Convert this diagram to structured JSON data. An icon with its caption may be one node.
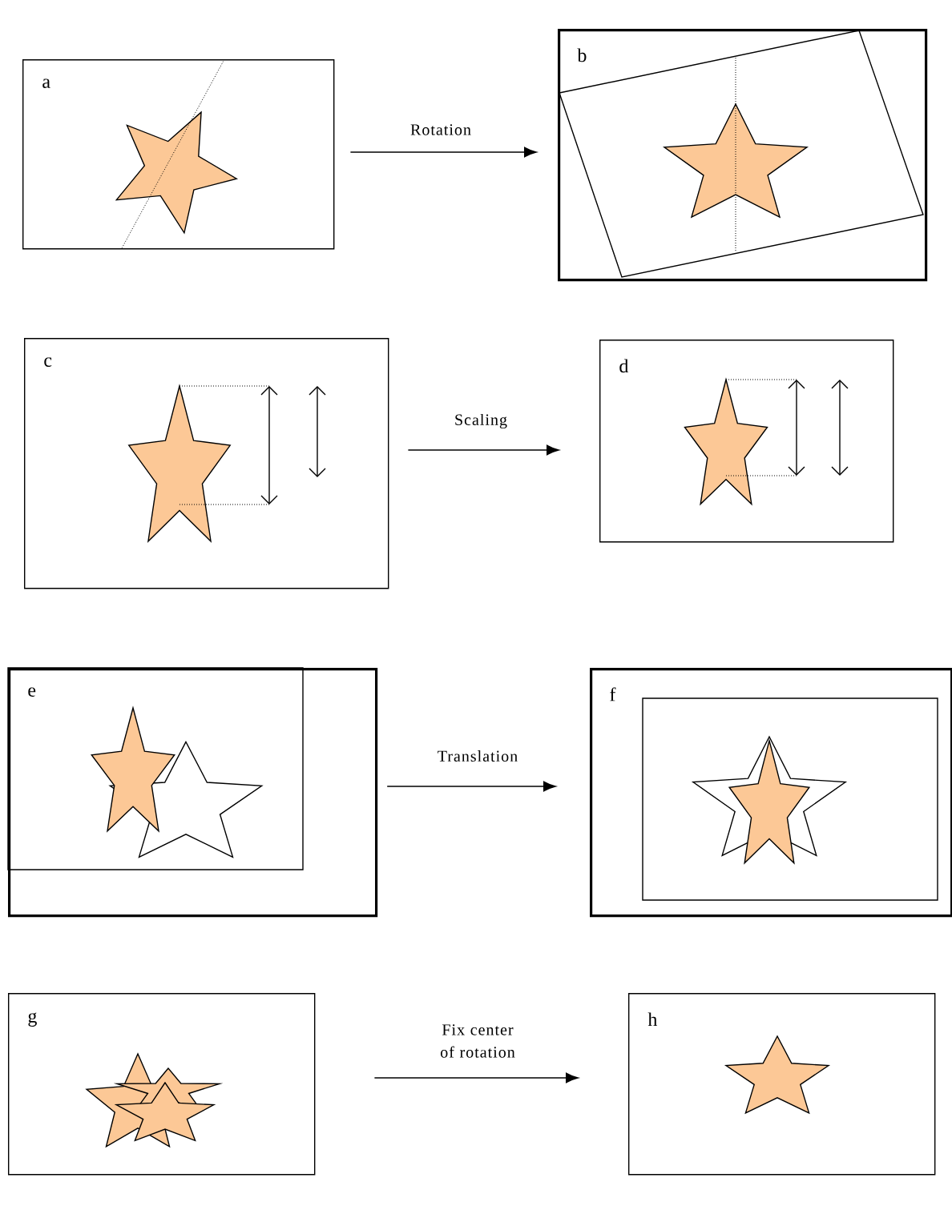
{
  "diagram": {
    "nodes": [
      {
        "text": [
          "a"
        ]
      },
      {
        "text": [
          "b"
        ]
      },
      {
        "text": [
          "c"
        ]
      },
      {
        "text": [
          "d"
        ]
      },
      {
        "text": [
          "e"
        ]
      },
      {
        "text": [
          "f"
        ]
      },
      {
        "text": [
          "g"
        ]
      },
      {
        "text": [
          "h"
        ]
      }
    ],
    "edges": [
      {
        "from": 0,
        "to": 1,
        "arrow": "to",
        "label": "Rotation"
      },
      {
        "from": 2,
        "to": 3,
        "arrow": "to",
        "label": "Scaling"
      },
      {
        "from": 4,
        "to": 5,
        "arrow": "to",
        "label": "Translation"
      },
      {
        "from": 6,
        "to": 7,
        "arrow": "to",
        "label": "Fix center of rotation"
      }
    ]
  }
}
